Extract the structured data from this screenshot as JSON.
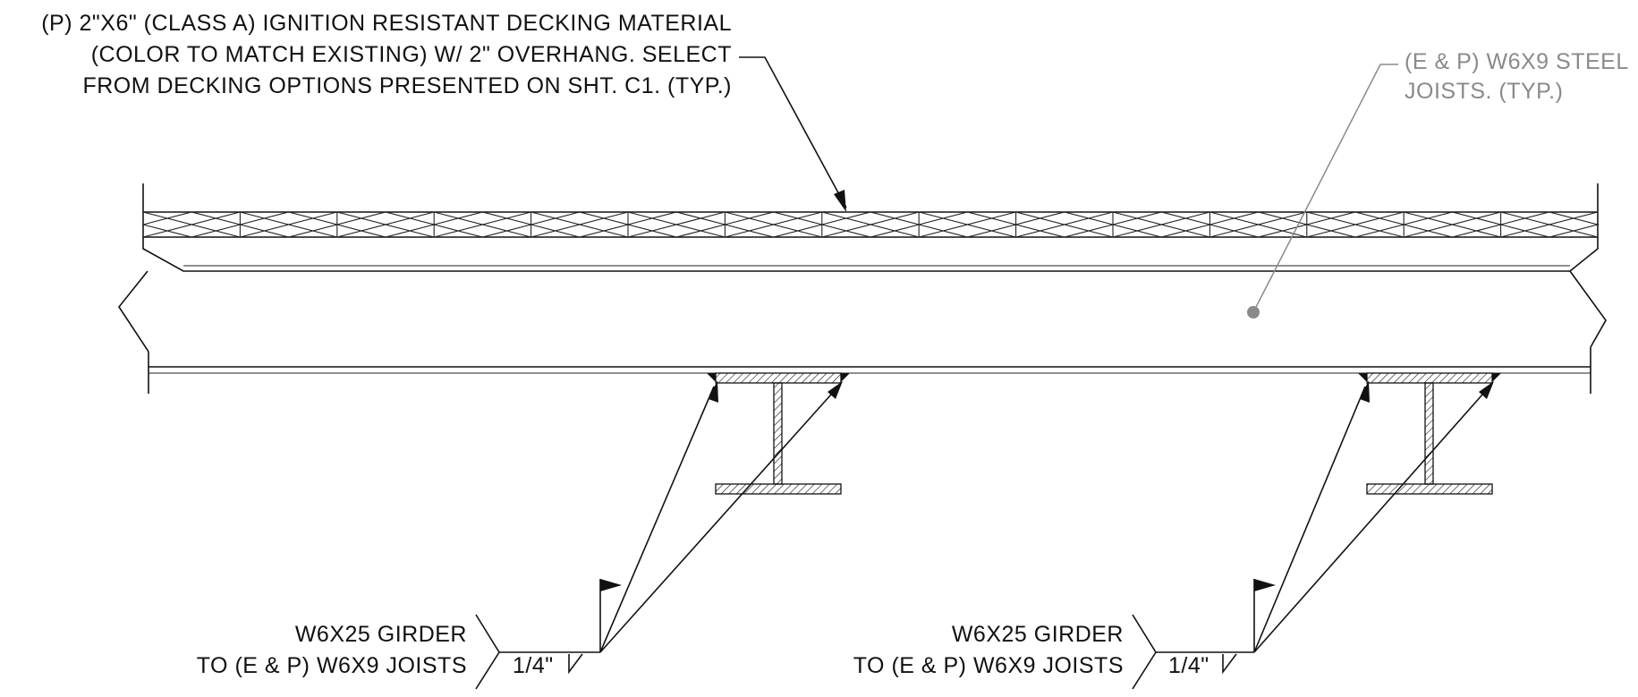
{
  "notes": {
    "decking": {
      "line1": "(P) 2\"X6\" (CLASS A) IGNITION RESISTANT DECKING MATERIAL",
      "line2": "(COLOR TO MATCH EXISTING) W/ 2\" OVERHANG. SELECT",
      "line3": "FROM DECKING OPTIONS PRESENTED ON SHT. C1. (TYP.)"
    },
    "joists": {
      "line1": "(E & P) W6X9 STEEL",
      "line2": "JOISTS. (TYP.)"
    },
    "weld_left": {
      "line1": "W6X25 GIRDER",
      "line2": "TO (E & P) W6X9 JOISTS",
      "size": "1/4\""
    },
    "weld_right": {
      "line1": "W6X25 GIRDER",
      "line2": "TO (E & P) W6X9 JOISTS",
      "size": "1/4\""
    }
  },
  "colors": {
    "linework": "#111111",
    "joist_callout": "#8a8a8a"
  }
}
